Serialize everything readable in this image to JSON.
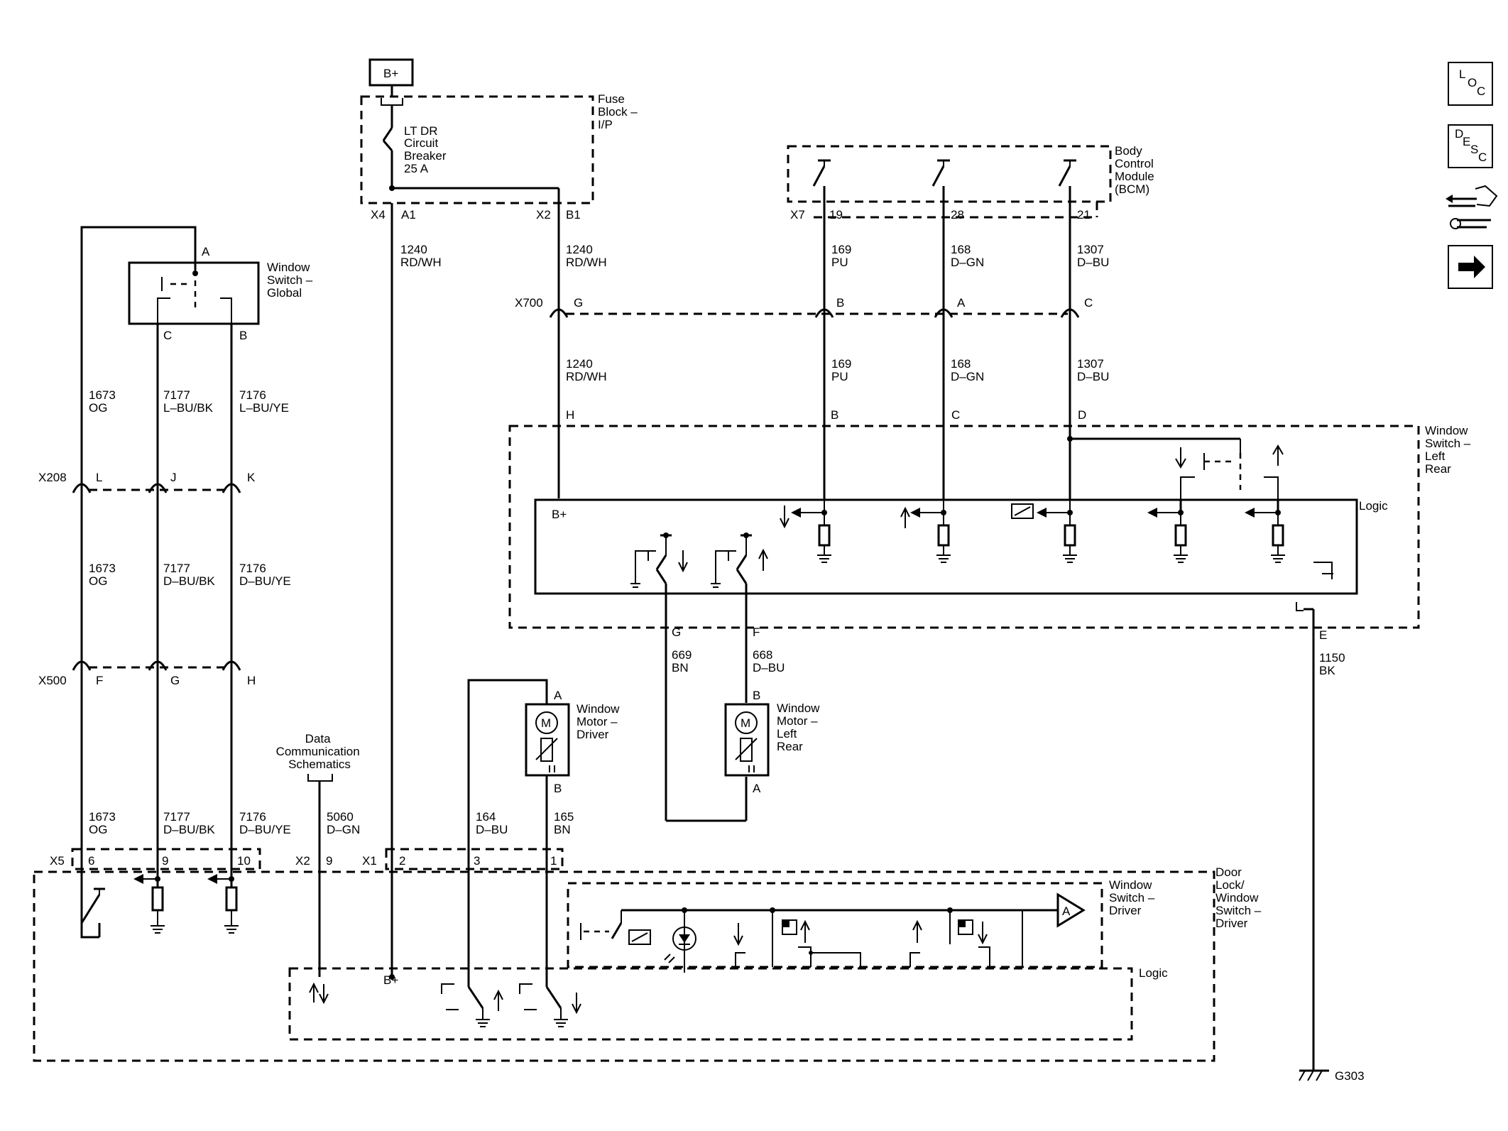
{
  "battery": "B+",
  "fuse_block": {
    "title": [
      "Fuse",
      "Block –",
      "I/P"
    ],
    "breaker": [
      "LT DR",
      "Circuit",
      "Breaker",
      "25 A"
    ],
    "x4": "X4",
    "a1": "A1",
    "x2": "X2",
    "b1": "B1"
  },
  "bcm": {
    "title": [
      "Body",
      "Control",
      "Module",
      "(BCM)"
    ],
    "x7": "X7",
    "pins": [
      "19",
      "28",
      "21"
    ]
  },
  "nav_icons": [
    "loc-icon",
    "desc-icon",
    "connector-repair-icon",
    "next-icon"
  ],
  "nav_text": {
    "loc_l": "L",
    "loc_o": "O",
    "loc_c": "C",
    "desc_d": "D",
    "desc_e": "E",
    "desc_s": "S",
    "desc_c": "C"
  },
  "wires": {
    "w1240_left": [
      "1240",
      "RD/WH"
    ],
    "w1240_right": [
      "1240",
      "RD/WH"
    ],
    "w1240_low": [
      "1240",
      "RD/WH"
    ],
    "w169_top": [
      "169",
      "PU"
    ],
    "w168_top": [
      "168",
      "D–GN"
    ],
    "w1307_top": [
      "1307",
      "D–BU"
    ],
    "w169_low": [
      "169",
      "PU"
    ],
    "w168_low": [
      "168",
      "D–GN"
    ],
    "w1307_low": [
      "1307",
      "D–BU"
    ],
    "w1673_a": [
      "1673",
      "OG"
    ],
    "w7177_a": [
      "7177",
      "L–BU/BK"
    ],
    "w7176_a": [
      "7176",
      "L–BU/YE"
    ],
    "w1673_b": [
      "1673",
      "OG"
    ],
    "w7177_b": [
      "7177",
      "D–BU/BK"
    ],
    "w7176_b": [
      "7176",
      "D–BU/YE"
    ],
    "w1673_c": [
      "1673",
      "OG"
    ],
    "w7177_c": [
      "7177",
      "D–BU/BK"
    ],
    "w7176_c": [
      "7176",
      "D–BU/YE"
    ],
    "w669": [
      "669",
      "BN"
    ],
    "w668": [
      "668",
      "D–BU"
    ],
    "w1150": [
      "1150",
      "BK"
    ],
    "w5060": [
      "5060",
      "D–GN"
    ],
    "w164": [
      "164",
      "D–BU"
    ],
    "w165": [
      "165",
      "BN"
    ]
  },
  "connectors": {
    "x700": "X700",
    "x700_pins": [
      "G",
      "B",
      "A",
      "C"
    ],
    "x208": "X208",
    "x208_pins": [
      "L",
      "J",
      "K"
    ],
    "x500": "X500",
    "x500_pins": [
      "F",
      "G",
      "H"
    ],
    "x5": "X5",
    "x5_pins": [
      "6",
      "9",
      "10"
    ],
    "x2": "X2",
    "x2_pin": "9",
    "x1": "X1",
    "x1_pins": [
      "2",
      "3",
      "1"
    ]
  },
  "global_switch": {
    "title": [
      "Window",
      "Switch –",
      "Global"
    ],
    "pins": [
      "A",
      "C",
      "B"
    ]
  },
  "lr_switch": {
    "title": [
      "Window",
      "Switch –",
      "Left",
      "Rear"
    ],
    "logic": "Logic",
    "bplus": "B+",
    "pins": [
      "H",
      "B",
      "C",
      "D",
      "G",
      "F",
      "E"
    ]
  },
  "motor_driver": {
    "title": [
      "Window",
      "Motor –",
      "Driver"
    ],
    "pins": [
      "A",
      "B"
    ],
    "symbol": "M"
  },
  "motor_lr": {
    "title": [
      "Window",
      "Motor –",
      "Left",
      "Rear"
    ],
    "pins": [
      "B",
      "A"
    ],
    "symbol": "M"
  },
  "data_comm": [
    "Data",
    "Communication",
    "Schematics"
  ],
  "door_module": {
    "title": [
      "Door",
      "Lock/",
      "Window",
      "Switch –",
      "Driver"
    ],
    "inner_title": [
      "Window",
      "Switch –",
      "Driver"
    ],
    "logic": "Logic",
    "bplus": "B+",
    "amp": "A"
  },
  "ground": "G303"
}
